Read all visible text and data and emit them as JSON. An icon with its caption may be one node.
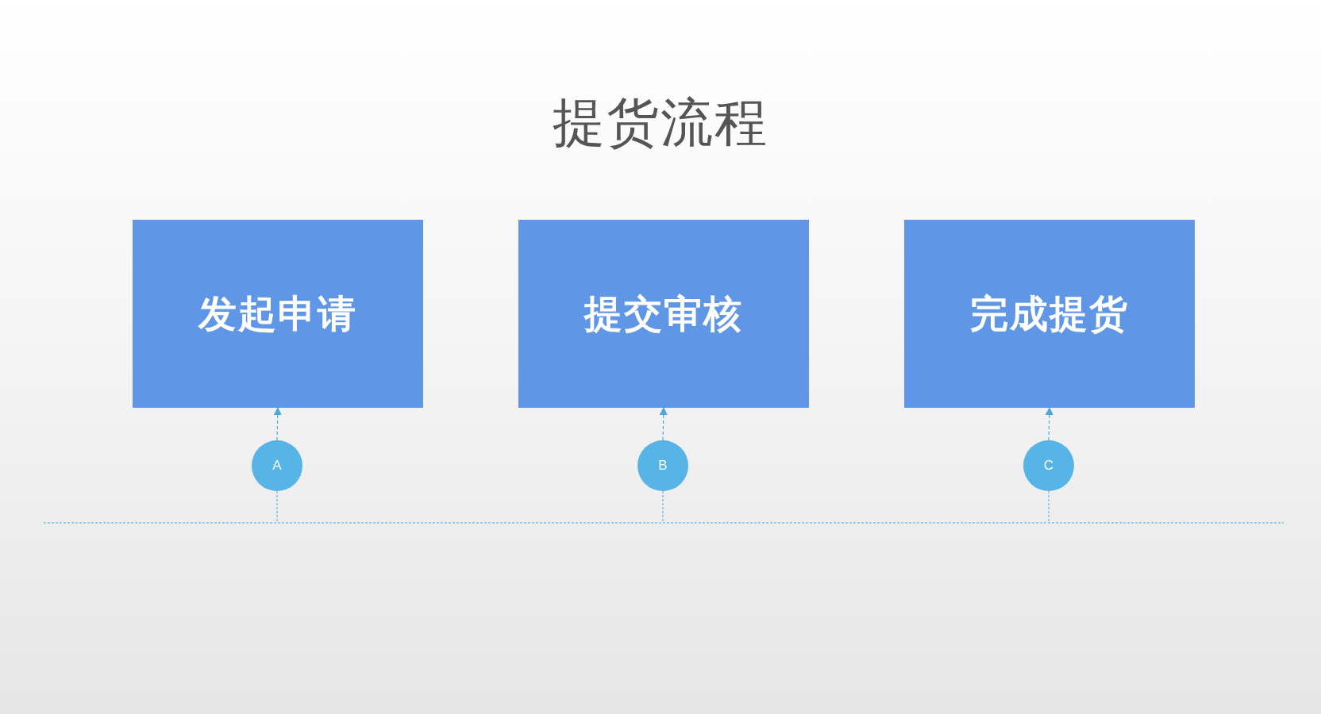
{
  "diagram": {
    "title": "提货流程",
    "nodes": [
      {
        "text": [
          "发起申请"
        ]
      },
      {
        "text": [
          "提交审核"
        ]
      },
      {
        "text": [
          "完成提货"
        ]
      },
      {
        "text": [
          "A"
        ]
      },
      {
        "text": [
          "B"
        ]
      },
      {
        "text": [
          "C"
        ]
      }
    ],
    "edges": [
      {
        "from": 3,
        "to": 0,
        "arrow": "to",
        "style": "dashed"
      },
      {
        "from": 4,
        "to": 1,
        "arrow": "to",
        "style": "dashed"
      },
      {
        "from": 5,
        "to": 2,
        "arrow": "to",
        "style": "dashed"
      }
    ]
  }
}
